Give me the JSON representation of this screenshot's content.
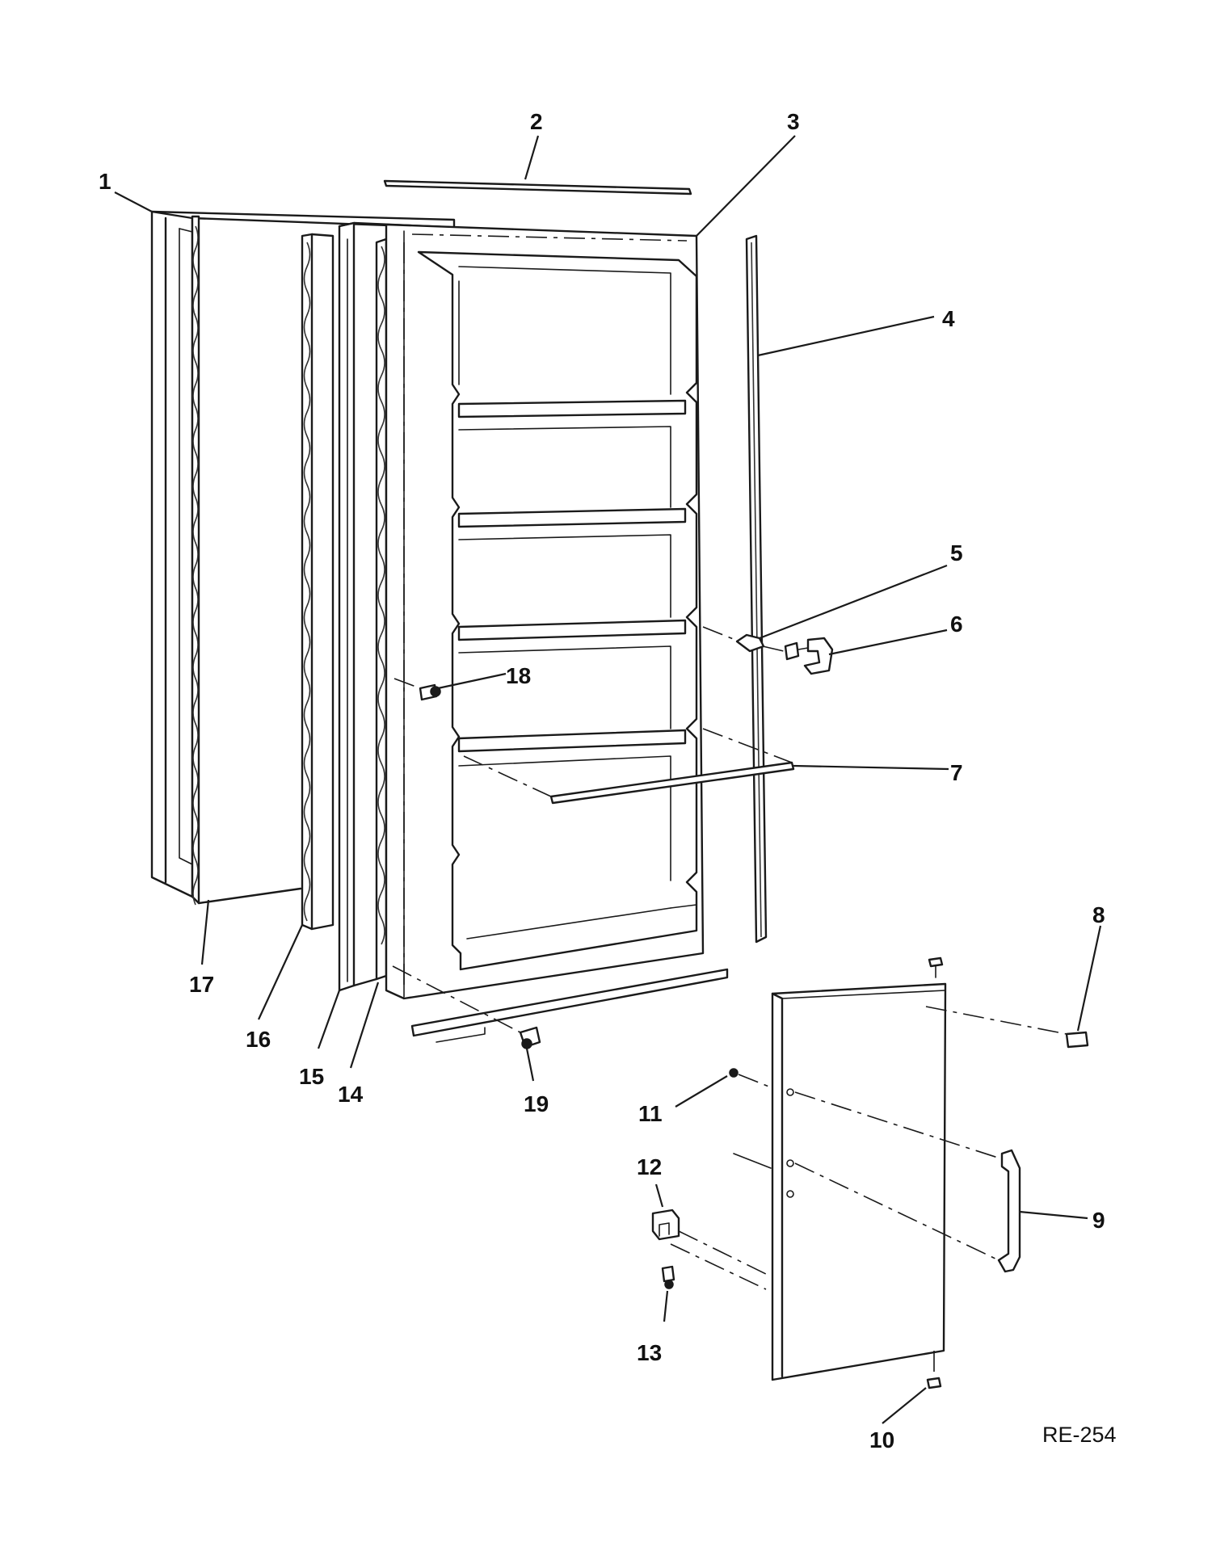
{
  "diagram": {
    "reference_code": "RE-254",
    "callouts": [
      {
        "id": "1",
        "label": "1"
      },
      {
        "id": "2",
        "label": "2"
      },
      {
        "id": "3",
        "label": "3"
      },
      {
        "id": "4",
        "label": "4"
      },
      {
        "id": "5",
        "label": "5"
      },
      {
        "id": "6",
        "label": "6"
      },
      {
        "id": "7",
        "label": "7"
      },
      {
        "id": "8",
        "label": "8"
      },
      {
        "id": "9",
        "label": "9"
      },
      {
        "id": "10",
        "label": "10"
      },
      {
        "id": "11",
        "label": "11"
      },
      {
        "id": "12",
        "label": "12"
      },
      {
        "id": "13",
        "label": "13"
      },
      {
        "id": "14",
        "label": "14"
      },
      {
        "id": "15",
        "label": "15"
      },
      {
        "id": "16",
        "label": "16"
      },
      {
        "id": "17",
        "label": "17"
      },
      {
        "id": "18",
        "label": "18"
      },
      {
        "id": "19",
        "label": "19"
      }
    ]
  }
}
